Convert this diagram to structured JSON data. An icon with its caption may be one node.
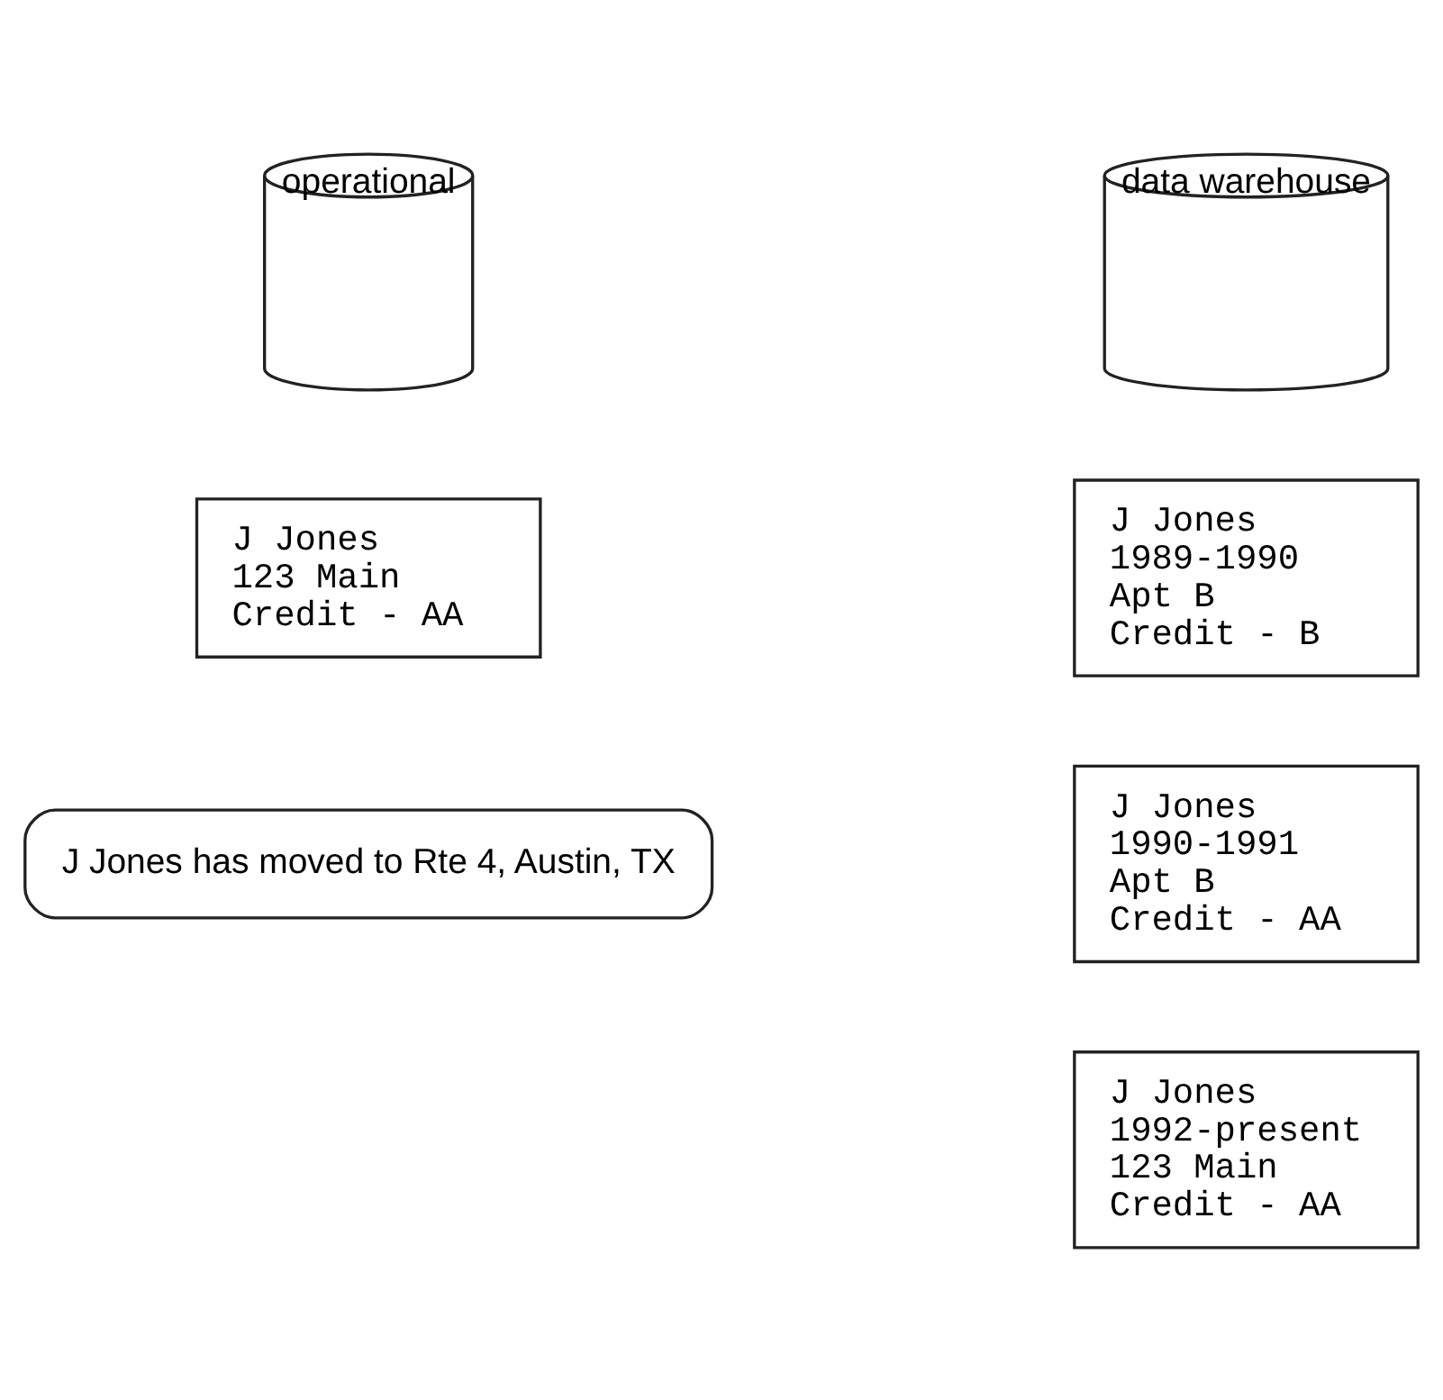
{
  "diagram": {
    "nodes": [
      {
        "text": [
          "operational"
        ]
      },
      {
        "text": [
          "J Jones",
          "123 Main",
          "Credit - AA"
        ]
      },
      {
        "text": [
          "J Jones has moved to Rte 4, Austin, TX"
        ]
      },
      {
        "text": [
          "data warehouse"
        ]
      },
      {
        "text": [
          "J Jones",
          "1989-1990",
          "Apt B",
          "Credit - B"
        ]
      },
      {
        "text": [
          "J Jones",
          "1990-1991",
          "Apt B",
          "Credit - AA"
        ]
      },
      {
        "text": [
          "J Jones",
          "1992-present",
          "123 Main",
          "Credit - AA"
        ]
      }
    ],
    "edges": []
  }
}
